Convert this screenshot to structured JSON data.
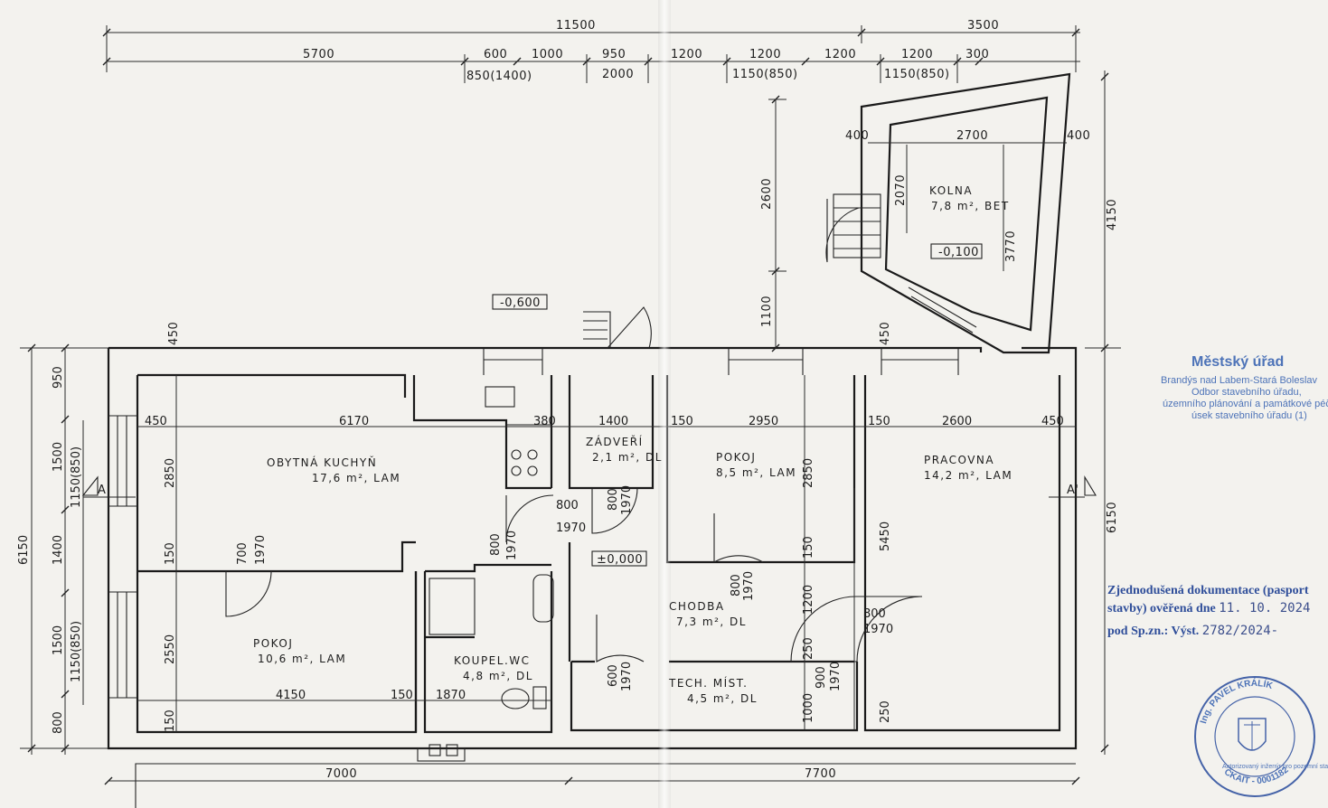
{
  "plan": {
    "dims_top_total": [
      "11500",
      "3500"
    ],
    "dims_top_parts": [
      "5700",
      "600",
      "1000",
      "950",
      "1200",
      "1200",
      "1200",
      "1200",
      "300"
    ],
    "dims_top_sub": [
      "850(1400)",
      "2000",
      "1150(850)",
      "1150(850)"
    ],
    "dims_bottom": [
      "7000",
      "7700"
    ],
    "dims_left": [
      "950",
      "1500",
      "1150(850)",
      "1400",
      "1500",
      "1150(850)",
      "800",
      "6150"
    ],
    "dims_right": [
      "4150",
      "6150"
    ],
    "levels": [
      "-0,600",
      "±0,000",
      "-0,100"
    ],
    "section_marks": [
      "A",
      "A'"
    ],
    "rooms": {
      "obytna_kuchyn": {
        "name": "OBYTNÁ KUCHYŇ",
        "area": "17,6 m², LAM"
      },
      "zadveri": {
        "name": "ZÁDVEŘÍ",
        "area": "2,1 m², DL"
      },
      "pokoj_stred": {
        "name": "POKOJ",
        "area": "8,5 m², LAM"
      },
      "pracovna": {
        "name": "PRACOVNA",
        "area": "14,2 m², LAM"
      },
      "kolna": {
        "name": "KOLNA",
        "area": "7,8 m², BET"
      },
      "pokoj_levy": {
        "name": "POKOJ",
        "area": "10,6 m², LAM"
      },
      "koupelna": {
        "name": "KOUPEL.WC",
        "area": "4,8 m², DL"
      },
      "chodba": {
        "name": "CHODBA",
        "area": "7,3 m², DL"
      },
      "tech_mist": {
        "name": "TECH. MÍST.",
        "area": "4,5 m², DL"
      }
    },
    "inner_dims": {
      "kuchyn": [
        "450",
        "6170",
        "380",
        "2850",
        "150"
      ],
      "zadveri": [
        "1400",
        "800",
        "1970"
      ],
      "pokoj_stred": [
        "150",
        "2950",
        "2850",
        "150",
        "800",
        "1970"
      ],
      "pracovna": [
        "150",
        "2600",
        "450",
        "5450",
        "250"
      ],
      "kolna": [
        "400",
        "2700",
        "400",
        "2070",
        "3770",
        "2600",
        "1100",
        "450"
      ],
      "pokoj_levy": [
        "700",
        "1970",
        "2550",
        "4150",
        "150",
        "150"
      ],
      "koupelna": [
        "800",
        "1970",
        "1870"
      ],
      "chodba_doors": [
        "800",
        "1970",
        "800",
        "1970",
        "1200",
        "250"
      ],
      "tech": [
        "600",
        "1970",
        "900",
        "1970",
        "1000",
        "250"
      ]
    }
  },
  "stamp_office": {
    "title": "Městský úřad",
    "lines": [
      "Brandýs nad Labem-Stará Boleslav",
      "Odbor stavebního úřadu,",
      "územního plánování a památkové péče",
      "úsek stavebního úřadu (1)"
    ]
  },
  "verification": {
    "line1": "Zjednodušená dokumentace (pasport",
    "line2_prefix": "stavby) ověřená dne",
    "line2_date": "11. 10. 2024",
    "line3_prefix": "pod Sp.zn.: Výst.",
    "line3_ref": "2782/2024-"
  },
  "round_stamp": {
    "name": "Ing. PAVEL KRÁLÍK",
    "role": "Autorizovaný inženýr pro pozemní stavby",
    "number": "ČKAIT - 0001182"
  }
}
